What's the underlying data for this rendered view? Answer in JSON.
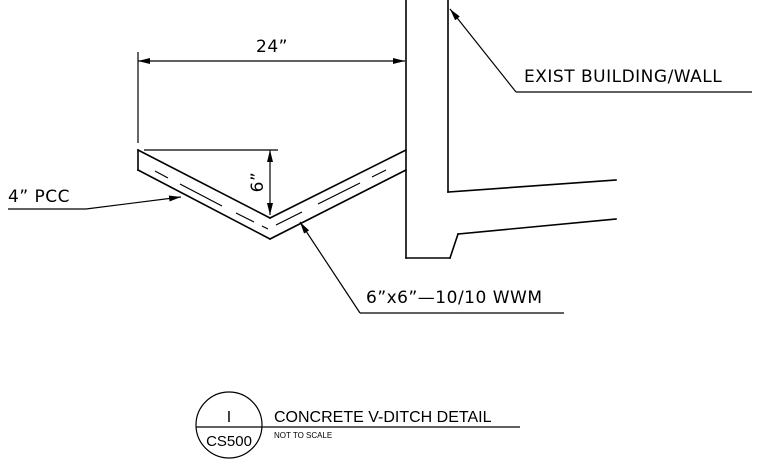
{
  "dimensions": {
    "width_label": "24”",
    "depth_label": "6”"
  },
  "callouts": {
    "wall": "EXIST BUILDING/WALL",
    "pcc": "4” PCC",
    "wwm": "6”x6”—10/10 WWM"
  },
  "title_block": {
    "detail_number": "I",
    "sheet": "CS500",
    "title": "CONCRETE V-DITCH DETAIL",
    "subtitle": "NOT TO SCALE"
  }
}
